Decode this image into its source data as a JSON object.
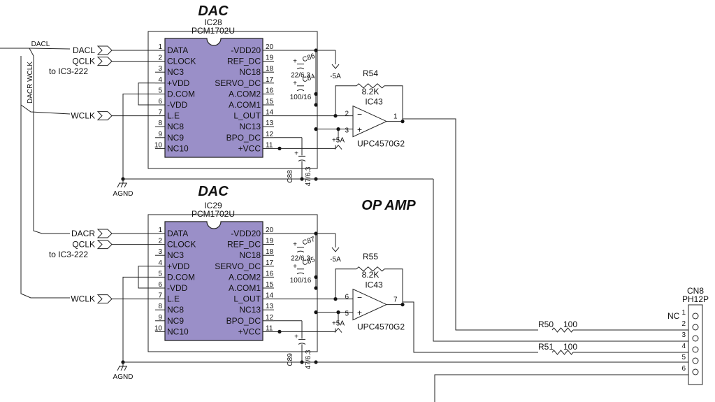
{
  "titles": {
    "dac_top": "DAC",
    "dac_bottom": "DAC",
    "opamp": "OP AMP"
  },
  "dacs": [
    {
      "ref": "IC28",
      "part": "PCM1702U",
      "left_pins": [
        {
          "num": "1",
          "name": "DATA"
        },
        {
          "num": "2",
          "name": "CLOCK"
        },
        {
          "num": "3",
          "name": "NC3"
        },
        {
          "num": "4",
          "name": "+VDD"
        },
        {
          "num": "5",
          "name": "D.COM"
        },
        {
          "num": "6",
          "name": "-VDD"
        },
        {
          "num": "7",
          "name": "L.E"
        },
        {
          "num": "8",
          "name": "NC8"
        },
        {
          "num": "9",
          "name": "NC9"
        },
        {
          "num": "10",
          "name": "NC10"
        }
      ],
      "right_pins": [
        {
          "num": "20",
          "name": "-VDD20"
        },
        {
          "num": "19",
          "name": "REF_DC"
        },
        {
          "num": "18",
          "name": "NC18"
        },
        {
          "num": "17",
          "name": "SERVO_DC"
        },
        {
          "num": "16",
          "name": "A.COM2"
        },
        {
          "num": "15",
          "name": "A.COM1"
        },
        {
          "num": "14",
          "name": "L_OUT"
        },
        {
          "num": "13",
          "name": "NC13"
        },
        {
          "num": "12",
          "name": "BPO_DC"
        },
        {
          "num": "11",
          "name": "+VCC"
        }
      ],
      "caps": [
        {
          "ref": "C86",
          "val": "22/6.3"
        },
        {
          "ref": "C84",
          "val": "100/16"
        },
        {
          "ref": "C88",
          "val": "47/6.3"
        }
      ],
      "resistor": {
        "ref": "R54",
        "val": "8.2K"
      },
      "opamp": {
        "ref": "IC43",
        "part": "UPC4570G2",
        "in_minus": "2",
        "in_plus": "3",
        "out": "1"
      },
      "inputs": [
        "DACL",
        "QCLK",
        "WCLK"
      ],
      "to_label": "to IC3-222"
    },
    {
      "ref": "IC29",
      "part": "PCM1702U",
      "left_pins": [
        {
          "num": "1",
          "name": "DATA"
        },
        {
          "num": "2",
          "name": "CLOCK"
        },
        {
          "num": "3",
          "name": "NC3"
        },
        {
          "num": "4",
          "name": "+VDD"
        },
        {
          "num": "5",
          "name": "D.COM"
        },
        {
          "num": "6",
          "name": "-VDD"
        },
        {
          "num": "7",
          "name": "L.E"
        },
        {
          "num": "8",
          "name": "NC8"
        },
        {
          "num": "9",
          "name": "NC9"
        },
        {
          "num": "10",
          "name": "NC10"
        }
      ],
      "right_pins": [
        {
          "num": "20",
          "name": "-VDD20"
        },
        {
          "num": "19",
          "name": "REF_DC"
        },
        {
          "num": "18",
          "name": "NC18"
        },
        {
          "num": "17",
          "name": "SERVO_DC"
        },
        {
          "num": "16",
          "name": "A.COM2"
        },
        {
          "num": "15",
          "name": "A.COM1"
        },
        {
          "num": "14",
          "name": "L_OUT"
        },
        {
          "num": "13",
          "name": "NC13"
        },
        {
          "num": "12",
          "name": "BPO_DC"
        },
        {
          "num": "11",
          "name": "+VCC"
        }
      ],
      "caps": [
        {
          "ref": "C87",
          "val": "22/6.3"
        },
        {
          "ref": "C85",
          "val": "100/16"
        },
        {
          "ref": "C89",
          "val": "47/6.3"
        }
      ],
      "resistor": {
        "ref": "R55",
        "val": "8.2K"
      },
      "opamp": {
        "ref": "IC43",
        "part": "UPC4570G2",
        "in_minus": "6",
        "in_plus": "5",
        "out": "7"
      },
      "inputs": [
        "DACR",
        "QCLK",
        "WCLK"
      ],
      "to_label": "to IC3-222"
    }
  ],
  "wire_labels": {
    "dacl": "DACL",
    "vertical": "DACR WCLK"
  },
  "supplies": {
    "neg": "-5A",
    "pos": "+5A",
    "gnd": "AGND"
  },
  "output_resistors": [
    {
      "ref": "R50",
      "val": "100"
    },
    {
      "ref": "R51",
      "val": "100"
    }
  ],
  "connector": {
    "ref": "CN8",
    "part": "PH12P",
    "nc_label": "NC",
    "pins": [
      "1",
      "2",
      "3",
      "4",
      "5",
      "6"
    ]
  }
}
